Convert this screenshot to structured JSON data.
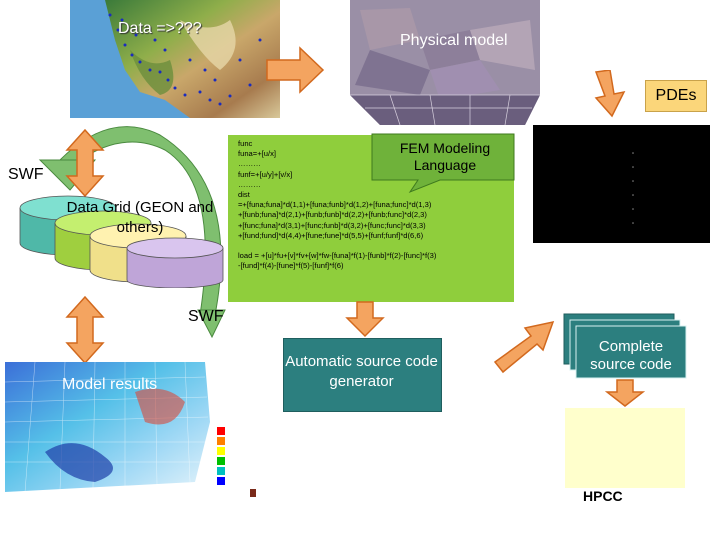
{
  "labels": {
    "data_prompt": "Data =>???",
    "physical_model": "Physical model",
    "pdes": "PDEs",
    "swf_top": "SWF",
    "swf_bottom": "SWF",
    "data_grid": "Data Grid (GEON and others)",
    "fem_language": "FEM Modeling Language",
    "model_results": "Model results",
    "auto_generator": "Automatic source code generator",
    "complete_source": "Complete source code",
    "hpcc": "HPCC"
  },
  "fem_code": {
    "lines": [
      "func",
      "funa=+[u/x]",
      "………",
      "funf=+[u/y]+[v/x]",
      "………",
      "dist",
      "=+[funa;funa]*d(1,1)+[funa;funb]*d(1,2)+[funa;func]*d(1,3)",
      "+[funb;funa]*d(2,1)+[funb;funb]*d(2,2)+[funb;func]*d(2,3)",
      "+[func;funa]*d(3,1)+[func;funb]*d(3,2)+[func;func]*d(3,3)",
      "+[fund;fund]*d(4,4)+[fune;fune]*d(5,5)+[funf;funf]*d(6,6)",
      "",
      "load = +[u]*fu+[v]*fv+[w]*fw-[funa]*f(1)-[funb]*f(2)-[func]*f(3)",
      "-[fund]*f(4)-[fune]*f(5)-[funf]*f(6)"
    ]
  },
  "colors": {
    "fem_box": "#8fce3c",
    "arrow_fill": "#f4a460",
    "arrow_stroke": "#d2691e",
    "swf_arrow": "#7fbf6f",
    "pde_box": "#000000",
    "hpcc_box": "#ffffcc",
    "generator_box": "#2c7f7f"
  }
}
